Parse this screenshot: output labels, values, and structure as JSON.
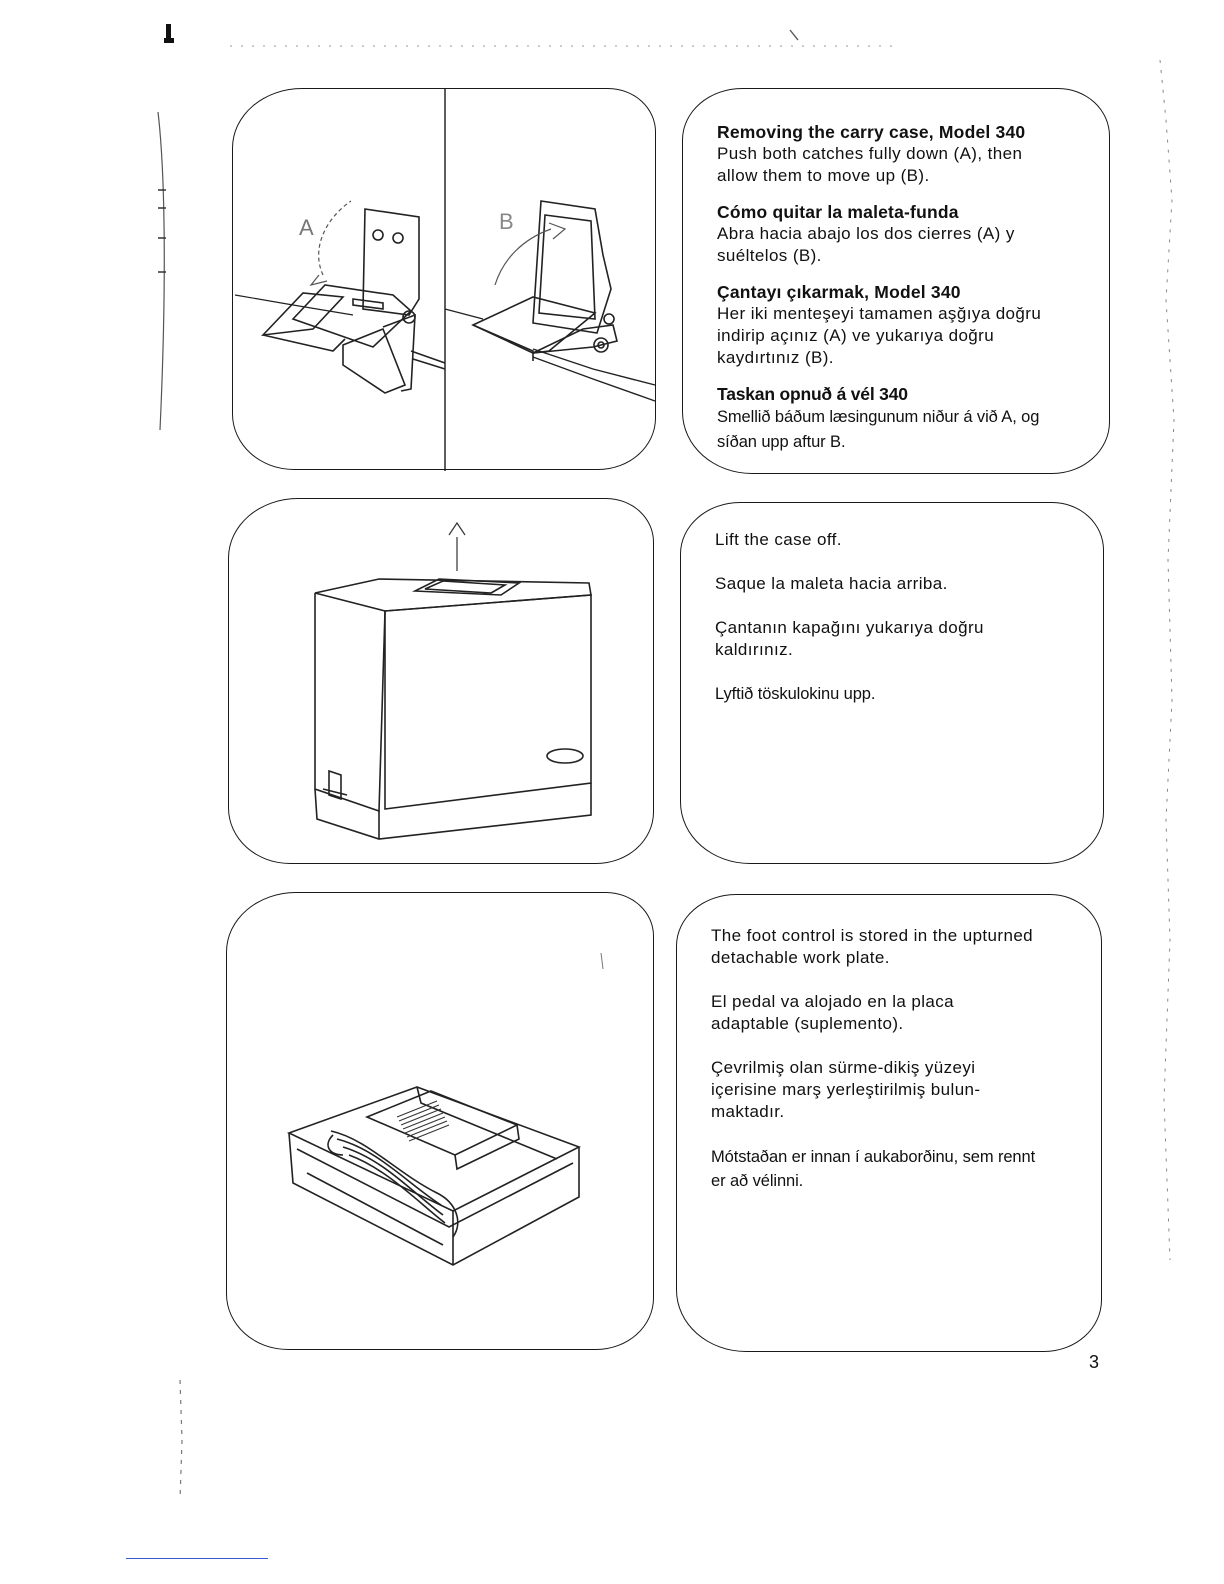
{
  "page": {
    "number": "3"
  },
  "panel1": {
    "label_a": "A",
    "label_b": "B"
  },
  "text1": {
    "sections": [
      {
        "title": "Removing the carry case, Model 340",
        "body": "Push both catches fully down (A), then\nallow them to move up (B)."
      },
      {
        "title": "Cómo quitar la maleta-funda",
        "body": "Abra hacia abajo los dos cierres (A) y\nsuéltelos (B)."
      },
      {
        "title": "Çantayı çıkarmak, Model 340",
        "body": "Her iki menteşeyi tamamen aşğıya doğru\nindirip açınız (A) ve yukarıya doğru\nkaydırtınız (B)."
      },
      {
        "title": "Taskan opnuð á vél 340",
        "body": "Smellið báðum læsingunum niður á við A, og\nsíðan upp aftur B."
      }
    ]
  },
  "text2": {
    "sections": [
      {
        "body": "Lift the case off."
      },
      {
        "body": "Saque la maleta hacia arriba."
      },
      {
        "body": "Çantanın kapağını yukarıya doğru\nkaldırınız."
      },
      {
        "body": "Lyftið töskulokinu upp."
      }
    ]
  },
  "text3": {
    "sections": [
      {
        "body": "The foot control is stored in the upturned\ndetachable work plate."
      },
      {
        "body": "El pedal va alojado en la placa\nadaptable (suplemento)."
      },
      {
        "body": "Çevrilmiş olan sürme-dikiş yüzeyi\niçerisine marş yerleştirilmiş bulun-\nmaktadır."
      },
      {
        "body": "Mótstaðan er innan í aukaborðinu, sem rennt\ner að vélinni."
      }
    ]
  }
}
